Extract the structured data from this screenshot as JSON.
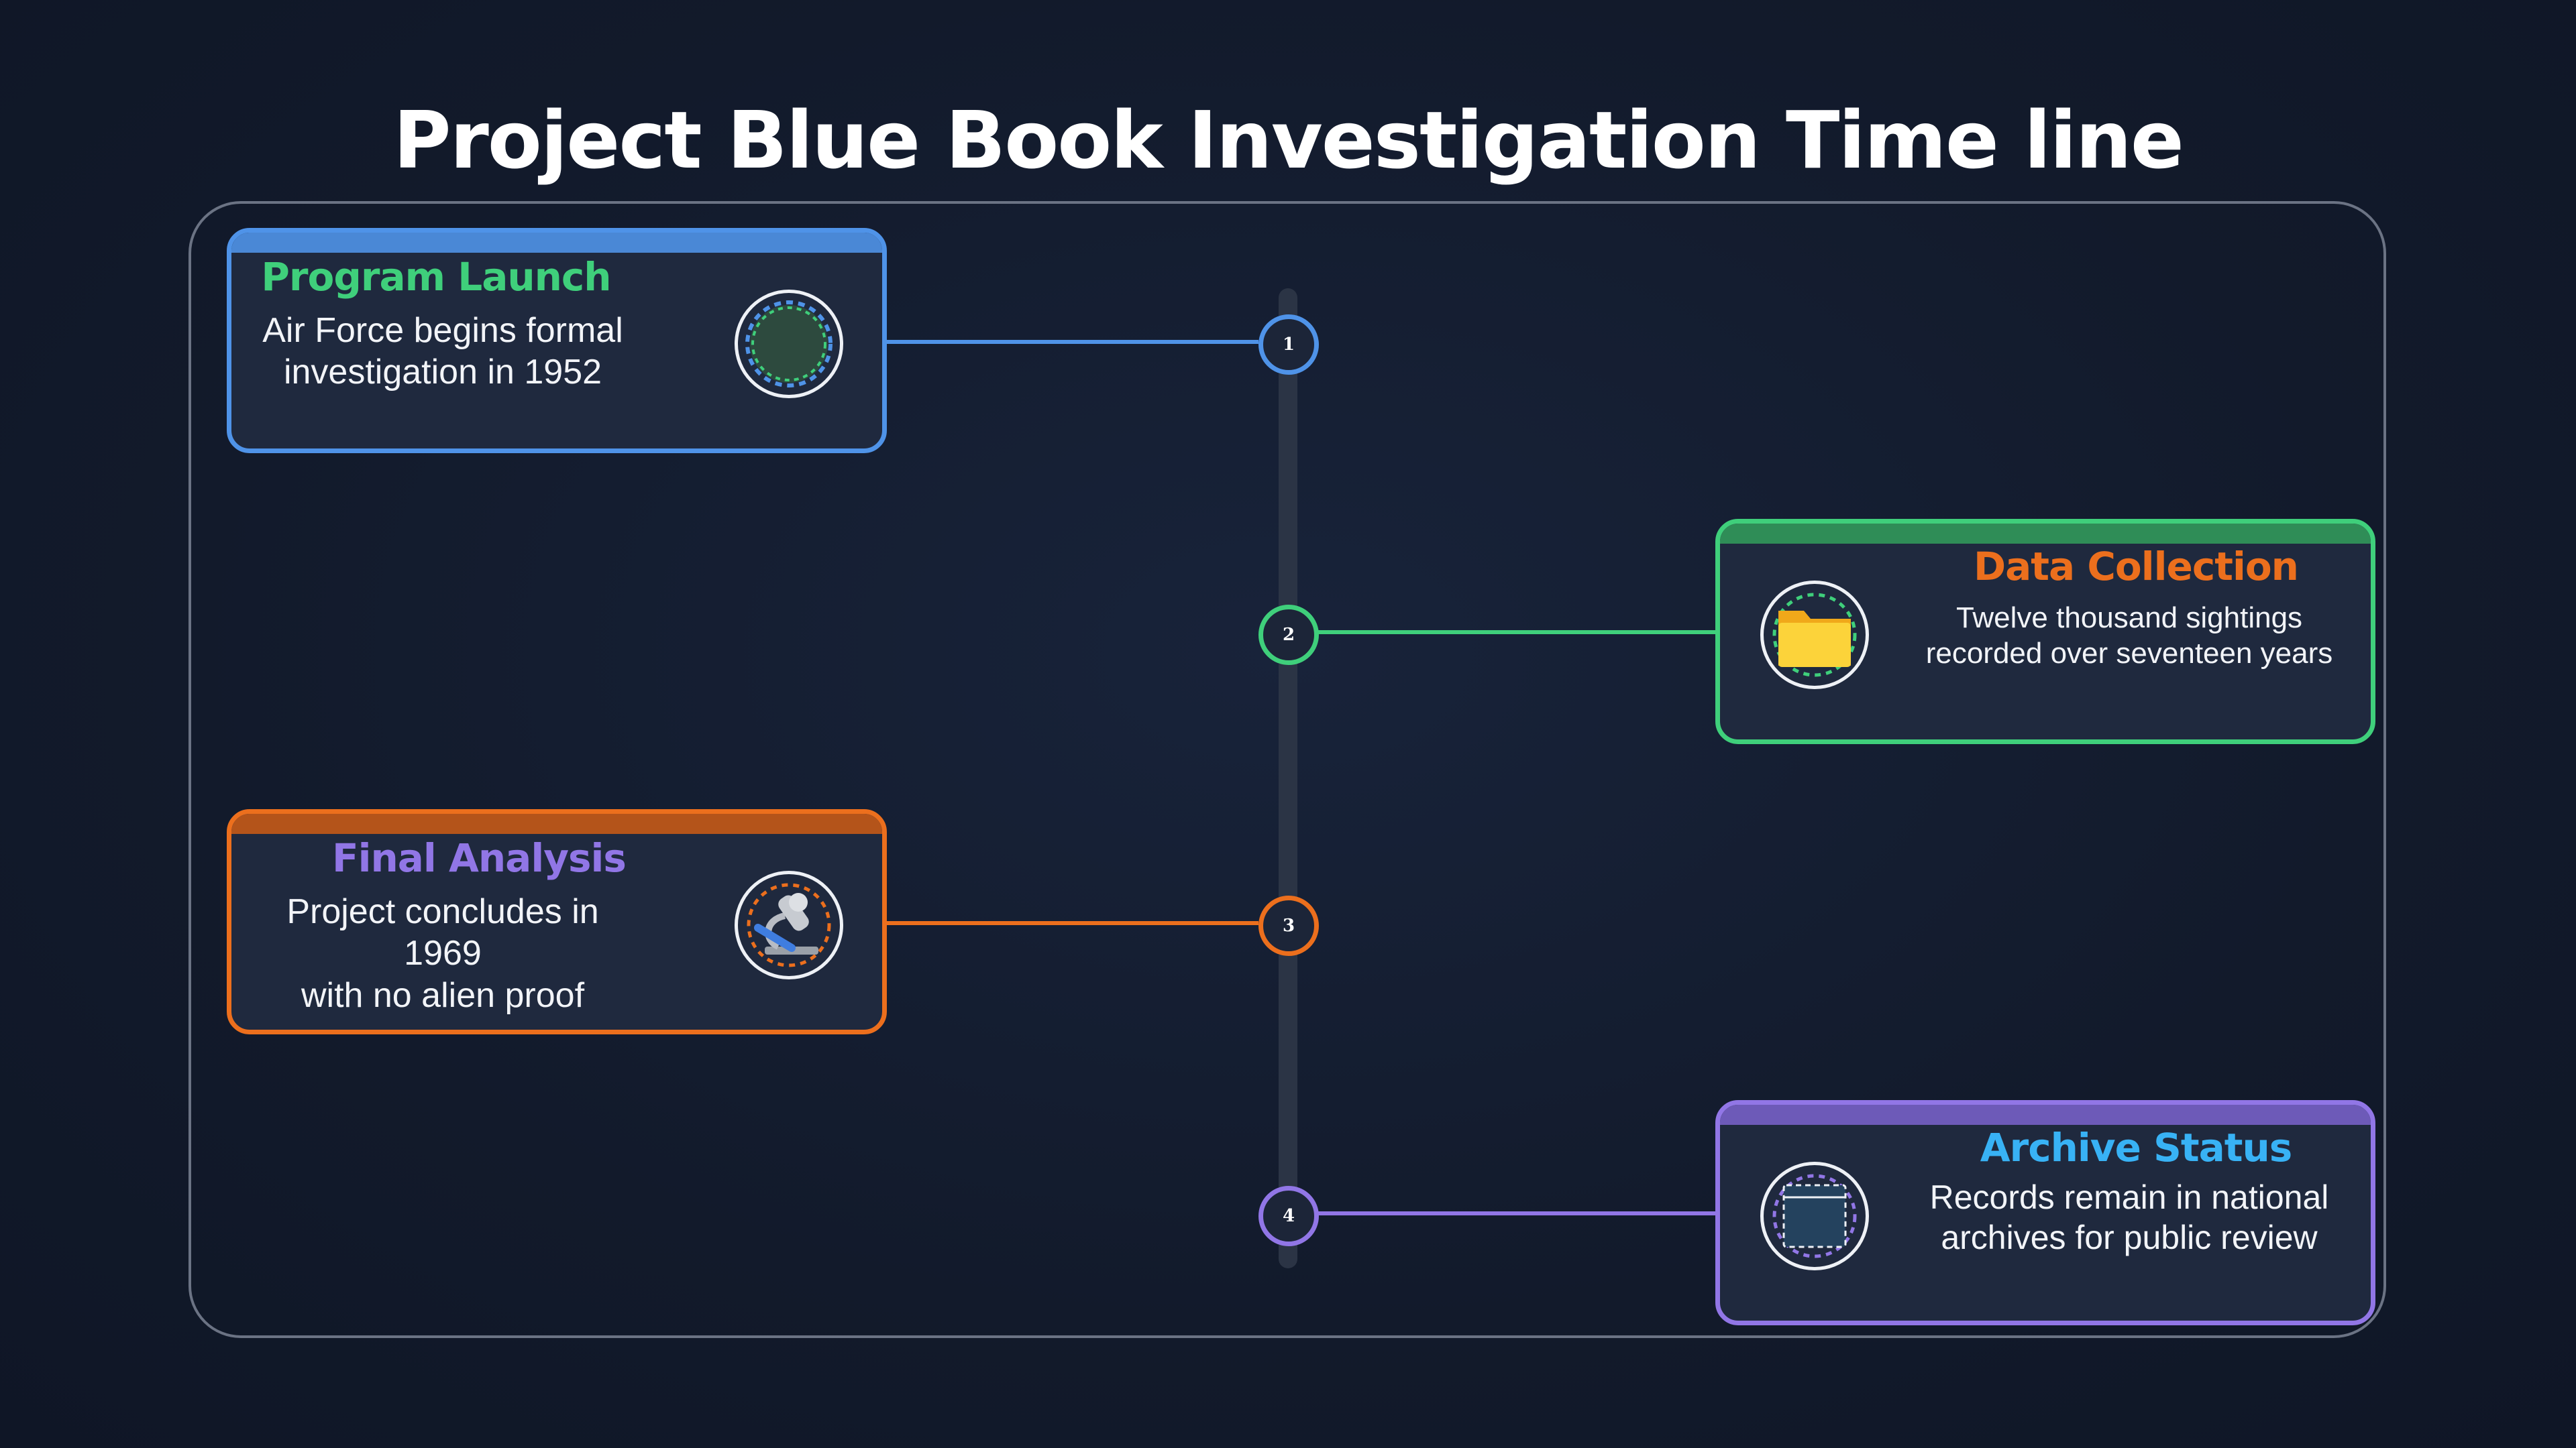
{
  "title": "Project Blue Book Investigation Time line",
  "colors": {
    "background": "#121a2b",
    "card_background": "#1f293e",
    "blue": "#4f93e8",
    "green": "#3fcf7b",
    "orange": "#ec6f1d",
    "purple": "#9176e6",
    "sky": "#38b2f5"
  },
  "events": [
    {
      "step": "1",
      "heading": "Program Launch",
      "description_line1": "Air Force begins formal",
      "description_line2": "investigation in 1952",
      "icon": "radar-icon",
      "border_color": "#4f93e8",
      "heading_color": "#3fcf7b",
      "side": "left"
    },
    {
      "step": "2",
      "heading": "Data Collection",
      "description_line1": "Twelve thousand sightings",
      "description_line2": "recorded over seventeen years",
      "icon": "folder-icon",
      "border_color": "#3fcf7b",
      "heading_color": "#ec6f1d",
      "side": "right"
    },
    {
      "step": "3",
      "heading": "Final Analysis",
      "description_line1": "Project concludes in 1969",
      "description_line2": "with no alien proof",
      "icon": "microscope-icon",
      "border_color": "#ec6f1d",
      "heading_color": "#9176e6",
      "side": "left"
    },
    {
      "step": "4",
      "heading": "Archive Status",
      "description_line1": "Records remain in national",
      "description_line2": "archives for public review",
      "icon": "archive-box-icon",
      "border_color": "#9176e6",
      "heading_color": "#38b2f5",
      "side": "right"
    }
  ]
}
